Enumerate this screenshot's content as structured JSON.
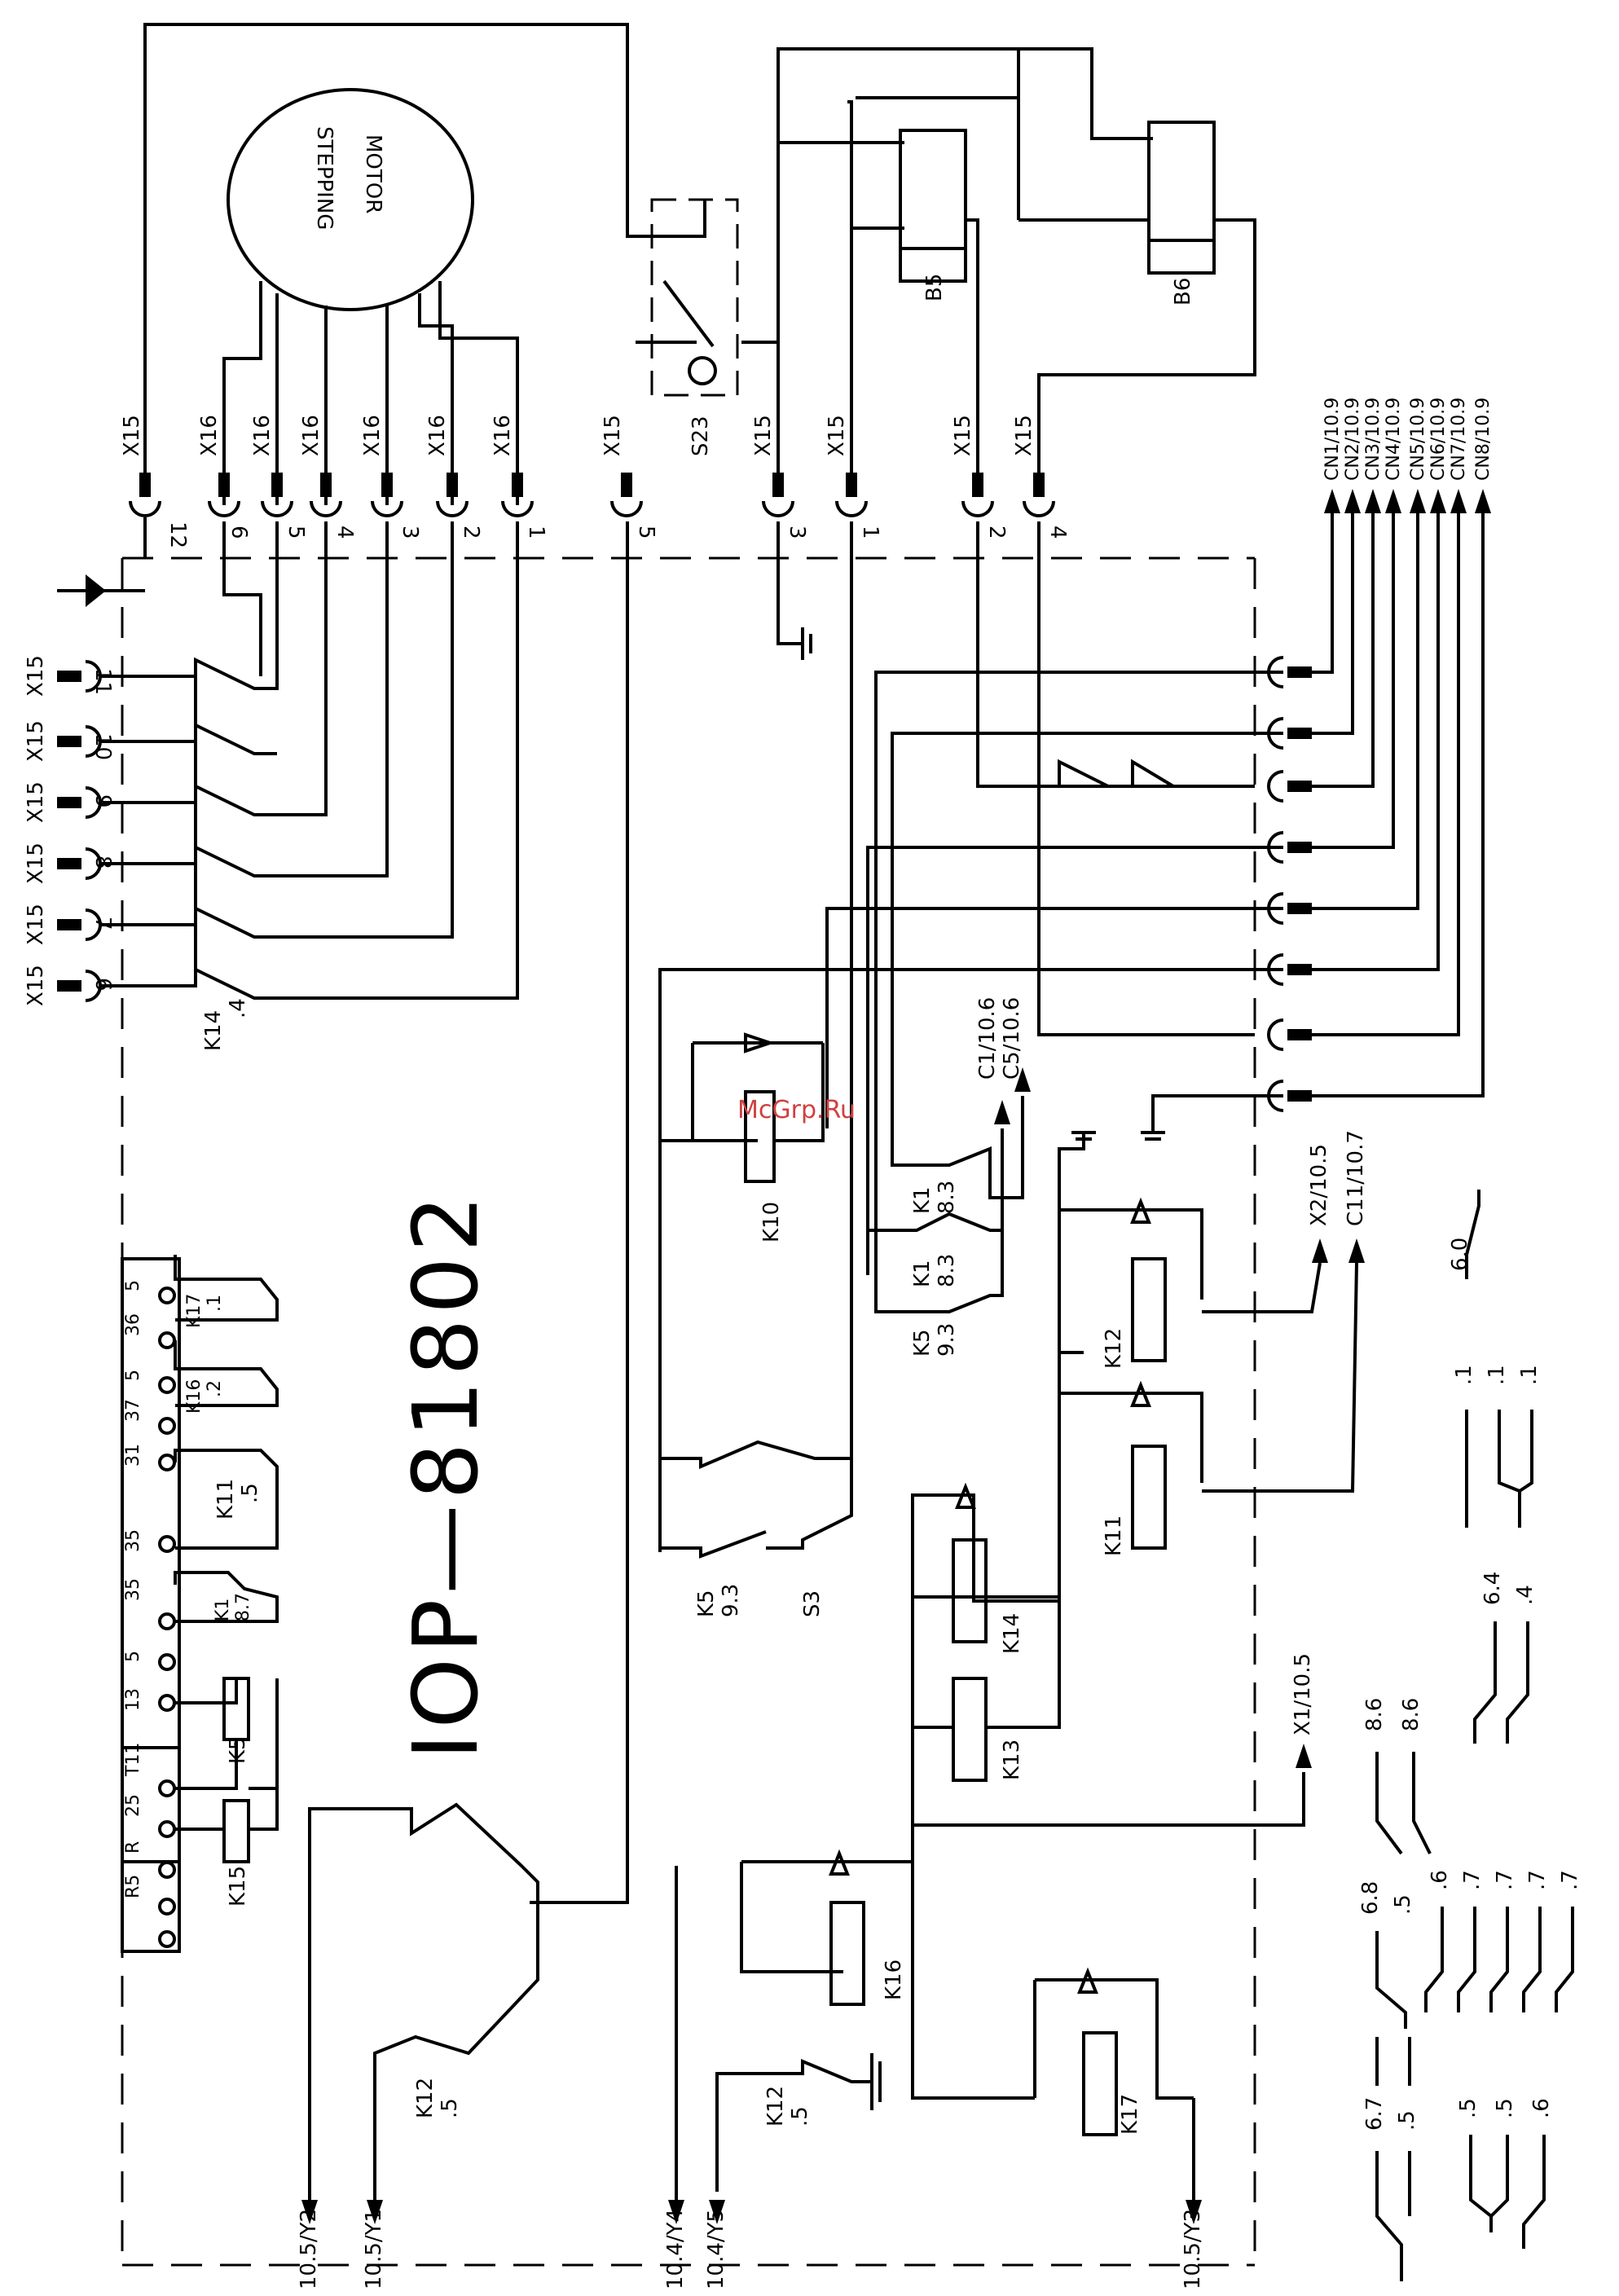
{
  "title_block": "IOP—81802",
  "watermark": "McGrp.Ru",
  "motor": {
    "line1": "STEPPING",
    "line2": "MOTOR"
  },
  "connectors": {
    "top": [
      {
        "name": "X15",
        "pin": "12"
      },
      {
        "name": "X16",
        "pin": "6"
      },
      {
        "name": "X16",
        "pin": "5"
      },
      {
        "name": "X16",
        "pin": "4"
      },
      {
        "name": "X16",
        "pin": "3"
      },
      {
        "name": "X16",
        "pin": "2"
      },
      {
        "name": "X16",
        "pin": "1"
      },
      {
        "name": "X15",
        "pin": "5"
      },
      {
        "name": "X15",
        "pin": "3"
      },
      {
        "name": "X15",
        "pin": "1"
      },
      {
        "name": "X15",
        "pin": "2"
      },
      {
        "name": "X15",
        "pin": "4"
      }
    ],
    "left": [
      {
        "name": "X15",
        "pin": "11"
      },
      {
        "name": "X15",
        "pin": "10"
      },
      {
        "name": "X15",
        "pin": "9"
      },
      {
        "name": "X15",
        "pin": "8"
      },
      {
        "name": "X15",
        "pin": "7"
      },
      {
        "name": "X15",
        "pin": "6"
      }
    ]
  },
  "cn_outputs": [
    "CN1/10.9",
    "CN2/10.9",
    "CN3/10.9",
    "CN4/10.9",
    "CN5/10.9",
    "CN6/10.9",
    "CN7/10.9",
    "CN8/10.9"
  ],
  "sensors": {
    "s23": "S23",
    "b5": "B5",
    "b6": "B6",
    "s3": "S3"
  },
  "terminal_block": [
    "5",
    "36",
    "5",
    "37",
    "31",
    "35",
    "35",
    "5",
    "13",
    "T11",
    "25",
    "R",
    "R5"
  ],
  "contacts": {
    "k14_4": {
      "name": "K14",
      "ref": ".4"
    },
    "k17_1": {
      "name": "K17",
      "ref": ".1"
    },
    "k16_2": {
      "name": "K16",
      "ref": ".2"
    },
    "k11_5": {
      "name": "K11",
      "ref": ".5"
    },
    "k1_87": {
      "name": "K1",
      "ref": "8.7"
    },
    "k1_83a": {
      "name": "K1",
      "ref": "8.3"
    },
    "k1_83b": {
      "name": "K1",
      "ref": "8.3"
    },
    "k5_93a": {
      "name": "K5",
      "ref": "9.3"
    },
    "k5_93b": {
      "name": "K5",
      "ref": "9.3"
    },
    "k12_5a": {
      "name": "K12",
      "ref": ".5"
    },
    "k12_5b": {
      "name": "K12",
      "ref": ".5"
    }
  },
  "coils": {
    "k5": "K5",
    "k15": "K15",
    "k10": "K10",
    "k11": "K11",
    "k12": "K12",
    "k13": "K13",
    "k14": "K14",
    "k16": "K16",
    "k17": "K17"
  },
  "refs": {
    "c1": "C1/10.6",
    "c5": "C5/10.6",
    "x2": "X2/10.5",
    "c11": "C11/10.7",
    "x1": "X1/10.5",
    "y2": "10.5/Y2",
    "y1": "10.5/Y1",
    "y4": "10.4/Y4",
    "y5": "10.4/Y5",
    "y3": "10.5/Y3"
  },
  "contact_table": {
    "k12_row": [
      "6.0",
      ".1",
      ".1",
      ".1"
    ],
    "k11_row": [
      "6.4",
      ".4"
    ],
    "k13_row": [
      "8.6",
      "8.6"
    ],
    "k14_row": [
      ".6",
      ".7",
      ".7",
      ".7",
      ".7"
    ],
    "k16_row": [
      "6.8",
      ".5"
    ],
    "k17_row": [
      "6.7",
      ".5",
      ".5",
      ".5",
      ".6"
    ]
  }
}
